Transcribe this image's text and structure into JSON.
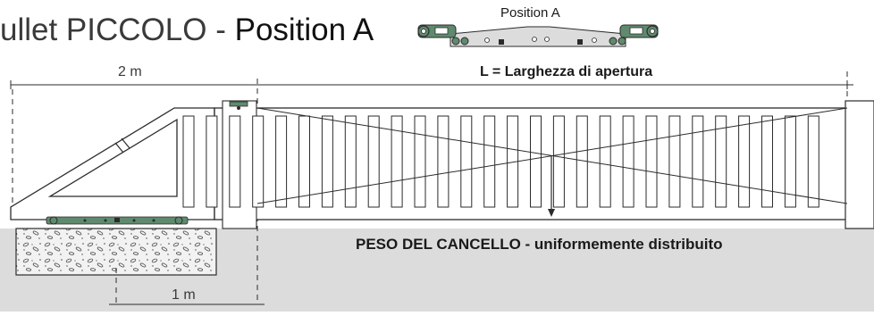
{
  "title": {
    "prefix": "ullet PICCOLO -",
    "main": "Position A"
  },
  "inset": {
    "label": "Position A"
  },
  "dimensions": {
    "top_left": "2 m",
    "bottom": "1 m",
    "opening_width": "L = Larghezza di apertura"
  },
  "weight_note": "PESO DEL CANCELLO - uniformemente distribuito",
  "colors": {
    "ground": "#dcdcdc",
    "bracket": "#5f8a6e",
    "gate_stroke": "#2b2b2b",
    "concrete": "#f2f2f2"
  }
}
